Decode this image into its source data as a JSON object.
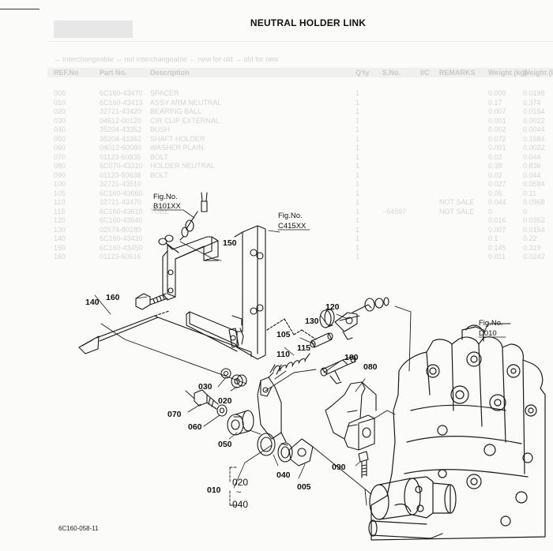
{
  "title": "NEUTRAL HOLDER LINK",
  "drawing_number": "6C160-058-11",
  "parts_table_ghost": {
    "legend": "↔ interchangeable  ↔ not interchangeable  ← new for old  → old for new",
    "headers": [
      "REF.No",
      "Part No.",
      "Description",
      "Q'ty",
      "S.No.",
      "I/C",
      "REMARKS",
      "Weight (kg)",
      "Weight (lb)"
    ],
    "rows": [
      [
        "005",
        "6C160-43470",
        "SPACER",
        "1",
        "",
        "",
        "",
        "0.009",
        "0.0198"
      ],
      [
        "010",
        "6C160-43413",
        "ASSY ARM NEUTRAL",
        "1",
        "",
        "",
        "",
        "0.17",
        "0.374"
      ],
      [
        "020",
        "32721-43420",
        "BEARING BALL",
        "1",
        "",
        "",
        "",
        "0.007",
        "0.0154"
      ],
      [
        "030",
        "04612-00120",
        "CIR CLIP EXTERNAL",
        "1",
        "",
        "",
        "",
        "0.001",
        "0.0022"
      ],
      [
        "040",
        "35204-43352",
        "BUSH",
        "1",
        "",
        "",
        "",
        "0.002",
        "0.0044"
      ],
      [
        "050",
        "35204-43362",
        "SHAFT HOLDER",
        "1",
        "",
        "",
        "",
        "0.072",
        "0.1584"
      ],
      [
        "060",
        "04012-60080",
        "WASHER PLAIN",
        "1",
        "",
        "",
        "",
        "0.001",
        "0.0022"
      ],
      [
        "070",
        "01123-60835",
        "BOLT",
        "1",
        "",
        "",
        "",
        "0.02",
        "0.044"
      ],
      [
        "080",
        "6C070-43310",
        "HOLDER NEUTRAL",
        "1",
        "",
        "",
        "",
        "0.38",
        "0.836"
      ],
      [
        "090",
        "01123-50638",
        "BOLT",
        "1",
        "",
        "",
        "",
        "0.02",
        "0.044"
      ],
      [
        "100",
        "32721-43510",
        "",
        "1",
        "",
        "",
        "",
        "0.027",
        "0.0594"
      ],
      [
        "105",
        "6C160-43660",
        "",
        "1",
        "",
        "",
        "",
        "0.05",
        "0.11"
      ],
      [
        "110",
        "32721-43470",
        "",
        "1",
        "",
        "",
        "NOT SALE",
        "0.044",
        "0.0968"
      ],
      [
        "115",
        "6C160-43610",
        "TUBE",
        "1",
        "~64597",
        "",
        "NOT SALE",
        "0",
        "0"
      ],
      [
        "120",
        "6C160-43640",
        "",
        "1",
        "",
        "",
        "",
        "0.016",
        "0.0352"
      ],
      [
        "130",
        "02574-80180",
        "",
        "1",
        "",
        "",
        "",
        "0.007",
        "0.0154"
      ],
      [
        "140",
        "6C160-43420",
        "",
        "1",
        "",
        "",
        "",
        "0.1",
        "0.22"
      ],
      [
        "150",
        "6C160-43450",
        "",
        "1",
        "",
        "",
        "",
        "0.145",
        "0.319"
      ],
      [
        "160",
        "01123-60616",
        "",
        "1",
        "",
        "",
        "",
        "0.011",
        "0.0242"
      ]
    ]
  },
  "callouts": {
    "fig_b101": {
      "line1": "Fig.No.",
      "line2": "B101XX"
    },
    "fig_c415": {
      "line1": "Fig.No.",
      "line2": "C415XX"
    },
    "fig_d010": {
      "line1": "Fig.No.",
      "line2": "D010"
    },
    "refs": {
      "r150": "150",
      "r160": "160",
      "r140": "140",
      "r130": "130",
      "r120": "120",
      "r105": "105",
      "r115": "115",
      "r110": "110",
      "r100": "100",
      "r080": "080",
      "r030": "030",
      "r020": "020",
      "r070": "070",
      "r060": "060",
      "r050": "050",
      "r040": "040",
      "r005": "005",
      "r090": "090",
      "r010": "010",
      "r020b": "020",
      "tilde": "~",
      "r040b": "040"
    }
  }
}
